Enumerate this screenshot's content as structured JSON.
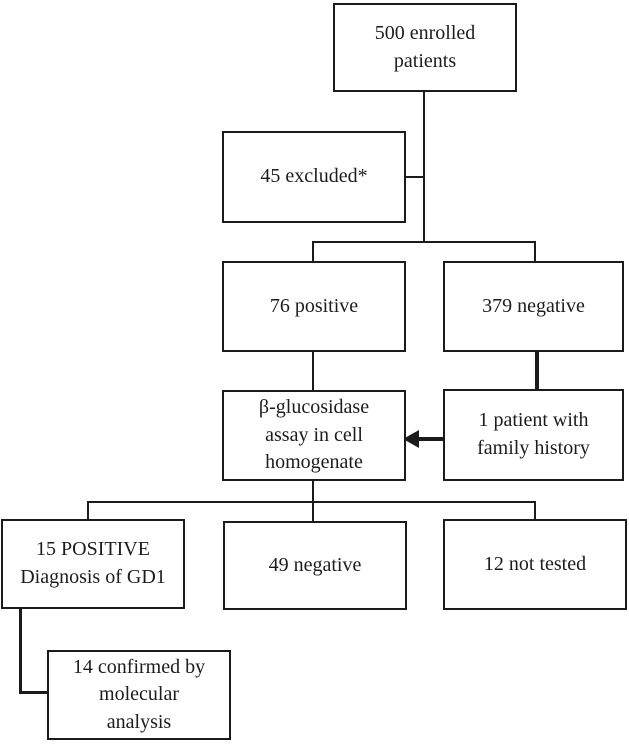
{
  "flowchart": {
    "nodes": {
      "enrolled": "500 enrolled\npatients",
      "excluded": "45 excluded*",
      "positive": "76 positive",
      "negative": "379 negative",
      "assay": "β-glucosidase\nassay in cell\nhomogenate",
      "family_history": "1 patient with\nfamily history",
      "gd1": "15 POSITIVE\nDiagnosis of GD1",
      "assay_negative": "49 negative",
      "not_tested": "12 not tested",
      "confirmed": "14 confirmed by\nmolecular\nanalysis"
    },
    "colors": {
      "line": "#1b1b1b",
      "text": "#1c1c1c",
      "box_background": "#ffffff",
      "page_background": "#ffffff"
    }
  }
}
